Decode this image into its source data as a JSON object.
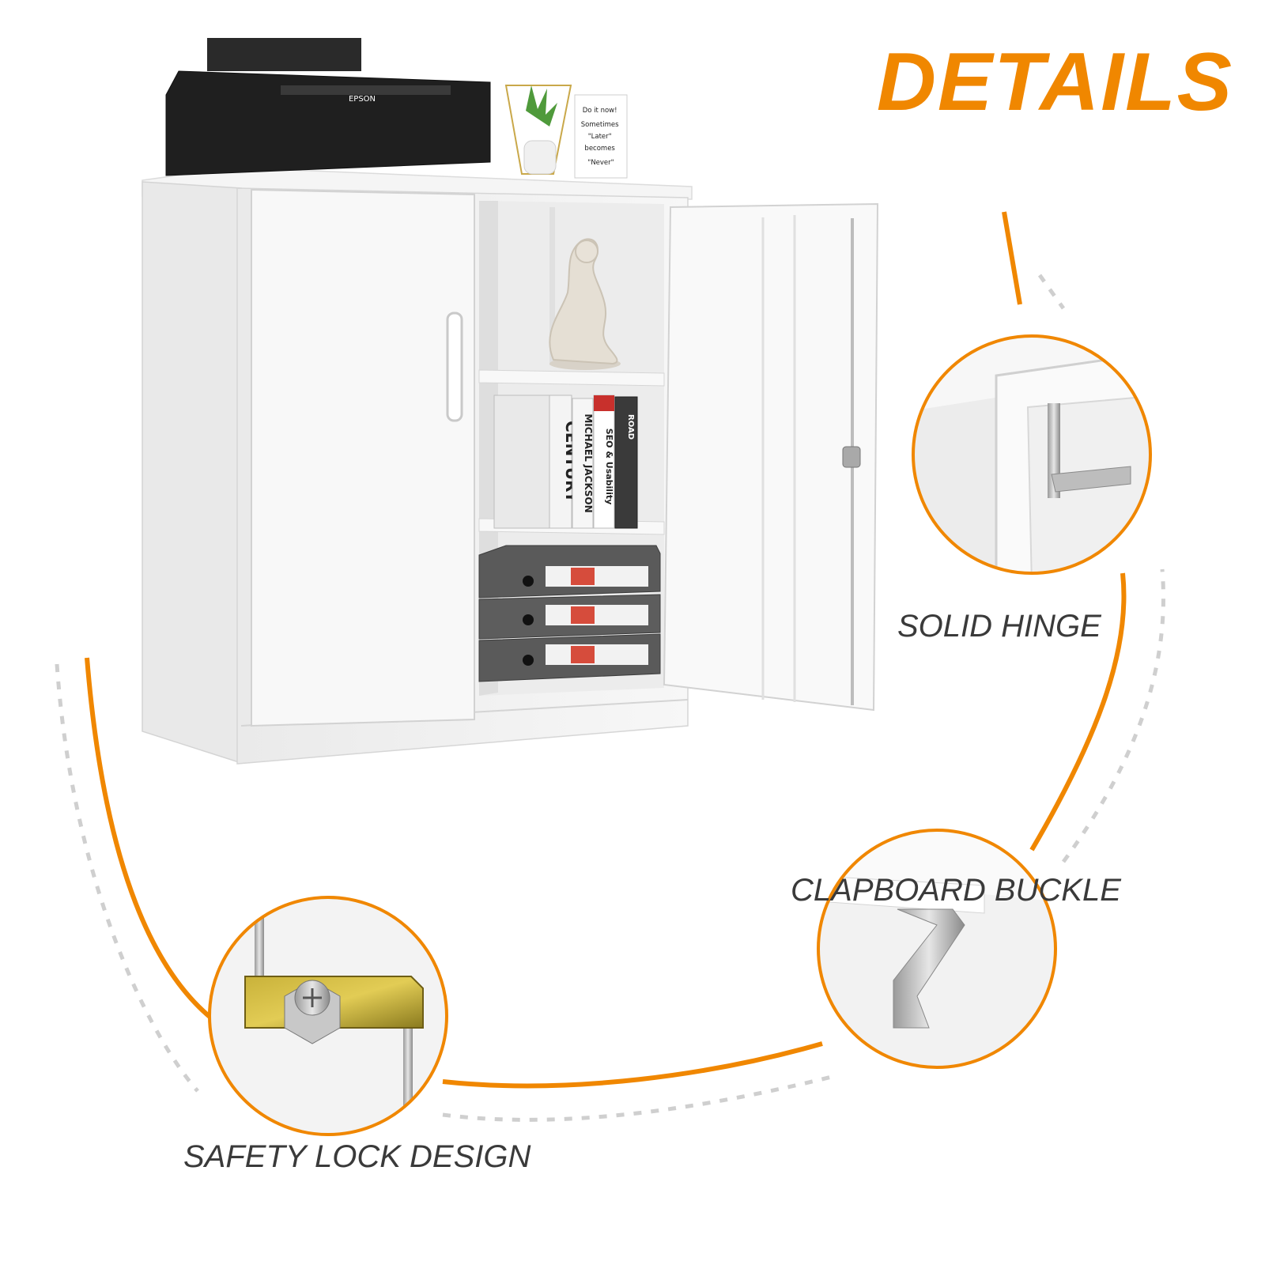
{
  "title": "DETAILS",
  "captions": {
    "hinge": "SOLID HINGE",
    "buckle": "CLAPBOARD BUCKLE",
    "lock": "SAFETY LOCK DESIGN"
  },
  "props": {
    "printer_brand": "EPSON",
    "note_lines": [
      "Do it now!",
      "Sometimes",
      "\"Later\"",
      "becomes",
      "\"Never\""
    ],
    "books": [
      "CENTURY",
      "MICHAEL JACKSON",
      "SEO & Usability",
      "ROAD"
    ]
  },
  "colors": {
    "accent": "#f08700",
    "cabinet": "#f3f3f3",
    "binder": "#5a5a5a"
  },
  "icons": [
    "lock-icon",
    "hinge-icon",
    "buckle-icon"
  ]
}
